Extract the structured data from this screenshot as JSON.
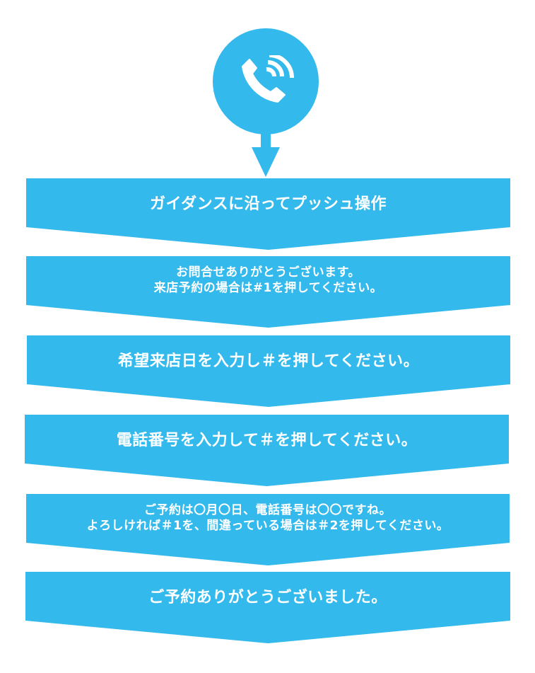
{
  "colors": {
    "accent": "#33b9ec",
    "text": "#ffffff",
    "background": "#ffffff"
  },
  "header": {
    "icon": "phone-call-icon"
  },
  "steps": [
    {
      "lines": [
        "ガイダンスに沿ってプッシュ操作"
      ],
      "size": "big"
    },
    {
      "lines": [
        "お問合せありがとうございます。",
        "来店予約の場合は#1を押してください。"
      ],
      "size": "small"
    },
    {
      "lines": [
        "希望来店日を入力し＃を押してください。"
      ],
      "size": "big"
    },
    {
      "lines": [
        "電話番号を入力して＃を押してください。"
      ],
      "size": "big"
    },
    {
      "lines": [
        "ご予約は〇月〇日、電話番号は〇〇ですね。",
        "よろしければ＃1を、間違っている場合は＃2を押してください。"
      ],
      "size": "small"
    },
    {
      "lines": [
        "ご予約ありがとうございました。"
      ],
      "size": "big"
    }
  ]
}
